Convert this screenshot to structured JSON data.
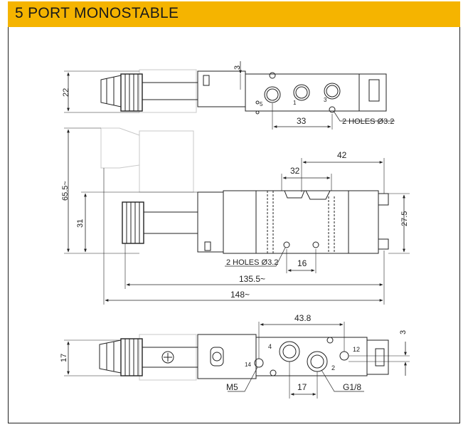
{
  "header": {
    "title": "5 PORT MONOSTABLE",
    "accent_color": "#f5b400"
  },
  "top_view": {
    "dim_height": "22",
    "dim_offset": "3",
    "dim_hole_pitch": "33",
    "holes_note": "2 HOLES Ø3.2",
    "port_labels": [
      "5",
      "1",
      "3"
    ]
  },
  "side_view": {
    "dim_overall_height": "65.5~",
    "dim_body_height": "31",
    "dim_pitch_42": "42",
    "dim_pitch_32": "32",
    "dim_height_27_5": "27.5",
    "holes_note": "2 HOLES Ø3.2",
    "dim_16": "16",
    "dim_135_5": "135.5~",
    "dim_148": "148~"
  },
  "bottom_view": {
    "dim_43_8": "43.8",
    "dim_3": "3",
    "dim_17_height": "17",
    "dim_17_width": "17",
    "port_labels": [
      "4",
      "2",
      "12",
      "14"
    ],
    "thread_m5": "M5",
    "thread_g18": "G1/8"
  }
}
